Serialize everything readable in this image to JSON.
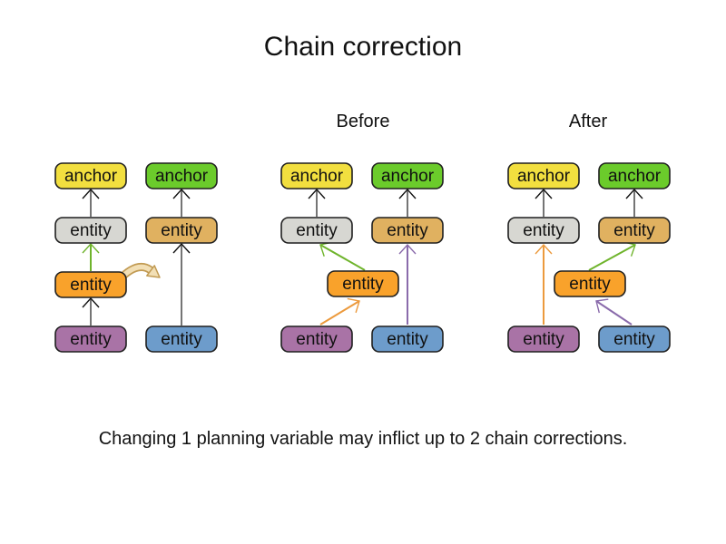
{
  "title": "Chain correction",
  "caption": "Changing 1 planning variable may inflict up to 2 chain corrections.",
  "groups": {
    "initial": {
      "label": ""
    },
    "before": {
      "label": "Before"
    },
    "after": {
      "label": "After"
    }
  },
  "diagram": {
    "box_labels": {
      "anchor": "anchor",
      "entity": "entity"
    },
    "box_colors": {
      "yellow_anchor": "#F2DF3F",
      "green_anchor": "#6BCB2B",
      "gray_entity": "#D7D7D2",
      "tan_entity": "#E0B160",
      "orange_entity": "#F9A22B",
      "purple_entity": "#A973A6",
      "blue_entity": "#6D9CCB"
    },
    "arrow_colors": {
      "default_shaft": "#757575",
      "default_head": "#111111",
      "green_arrow": "#6FB42C",
      "orange_arrow": "#EC9A3D",
      "purple_arrow": "#8A6BAB",
      "move_arrow_fill": "#F2DFB5",
      "move_arrow_stroke": "#C19A52"
    },
    "structure": {
      "initial": {
        "chain_1_bottom_to_top": [
          "entity(purple)",
          "entity(orange)",
          "entity(gray)",
          "anchor(yellow)"
        ],
        "chain_2_bottom_to_top": [
          "entity(blue)",
          "entity(tan)",
          "anchor(green)"
        ],
        "move_hint": "orange entity moving toward chain 2"
      },
      "before": {
        "orange_entity_points_to": "gray entity (green arrow)",
        "purple_entity_points_to": "orange entity (orange arrow)",
        "blue_entity_points_to": "tan entity (purple arrow)"
      },
      "after": {
        "purple_entity_points_to": "gray entity (orange arrow)",
        "orange_entity_points_to": "tan entity (green arrow)",
        "blue_entity_points_to": "orange entity (purple arrow)"
      }
    }
  }
}
